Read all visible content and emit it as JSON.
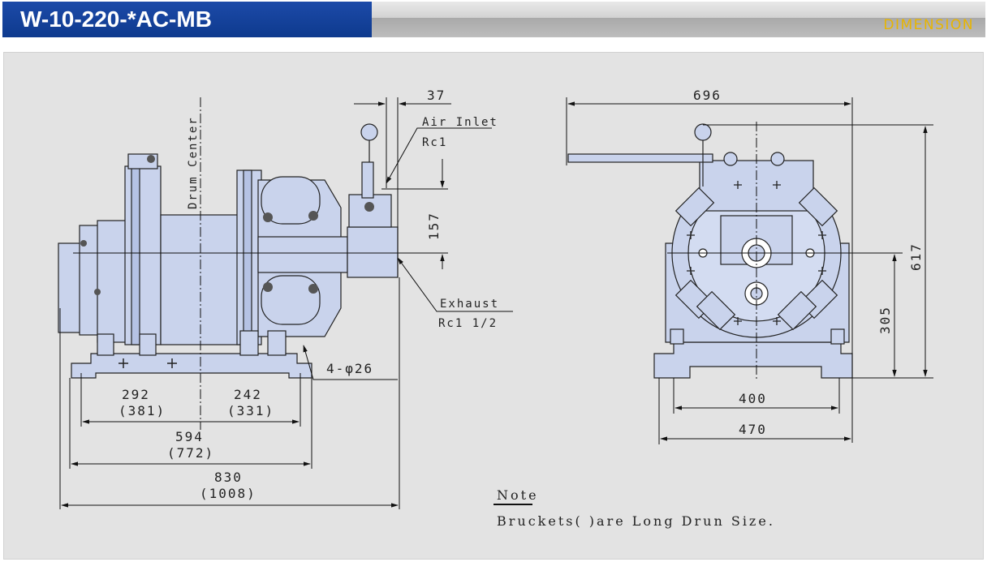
{
  "header": {
    "title": "W-10-220-*AC-MB",
    "section": "DIMENSION"
  },
  "side_view": {
    "dim_top": "37",
    "air_inlet_label": "Air Inlet",
    "air_inlet_size": "Rc1",
    "drum_center_label": "Drum Center",
    "dim_157": "157",
    "exhaust_label": "Exhaust",
    "exhaust_size": "Rc1 1/2",
    "bolt_holes": "4-φ26",
    "dim_292": "292",
    "dim_381": "(381)",
    "dim_242": "242",
    "dim_331": "(331)",
    "dim_594": "594",
    "dim_772": "(772)",
    "dim_830": "830",
    "dim_1008": "(1008)"
  },
  "front_view": {
    "dim_696": "696",
    "dim_617": "617",
    "dim_305": "305",
    "dim_400": "400",
    "dim_470": "470"
  },
  "note": {
    "heading": "Note",
    "text": "Bruckets( )are Long Drun Size."
  },
  "colors": {
    "title_bar": "#1c4aa8",
    "section_text": "#e8b500",
    "machine_fill": "#c9d3ec",
    "panel": "#e3e3e3"
  }
}
